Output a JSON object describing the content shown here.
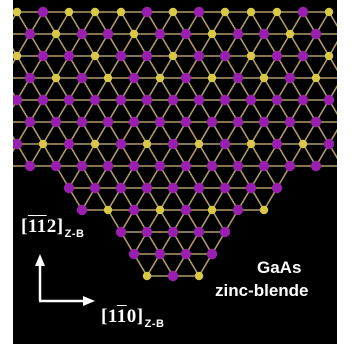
{
  "figure": {
    "material": "GaAs",
    "structure": "zinc-blende",
    "directions": {
      "up": {
        "open": "[",
        "d1": "1",
        "d2": "1",
        "rest": "2]",
        "subscript": "Z-B"
      },
      "right": {
        "open": "[1",
        "d1": "1",
        "rest": "0]",
        "subscript": "Z-B"
      }
    }
  },
  "colors": {
    "background": "#000000",
    "as_atom": "#9a1fb0",
    "ga_atom": "#d9c845",
    "bond": "#b09a6a",
    "text": "#ffffff"
  }
}
